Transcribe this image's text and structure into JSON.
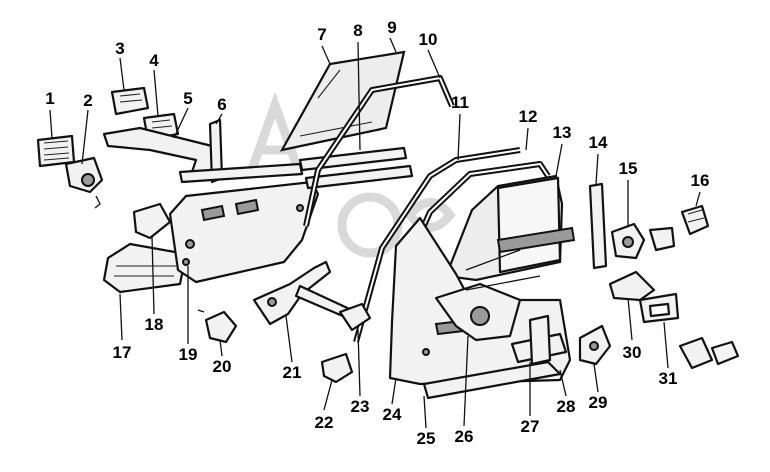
{
  "labels": [
    "1",
    "2",
    "3",
    "4",
    "5",
    "6",
    "7",
    "8",
    "9",
    "10",
    "11",
    "12",
    "13",
    "14",
    "15",
    "16",
    "17",
    "18",
    "19",
    "20",
    "21",
    "22",
    "23",
    "24",
    "25",
    "26",
    "27",
    "28",
    "29",
    "30",
    "31"
  ]
}
